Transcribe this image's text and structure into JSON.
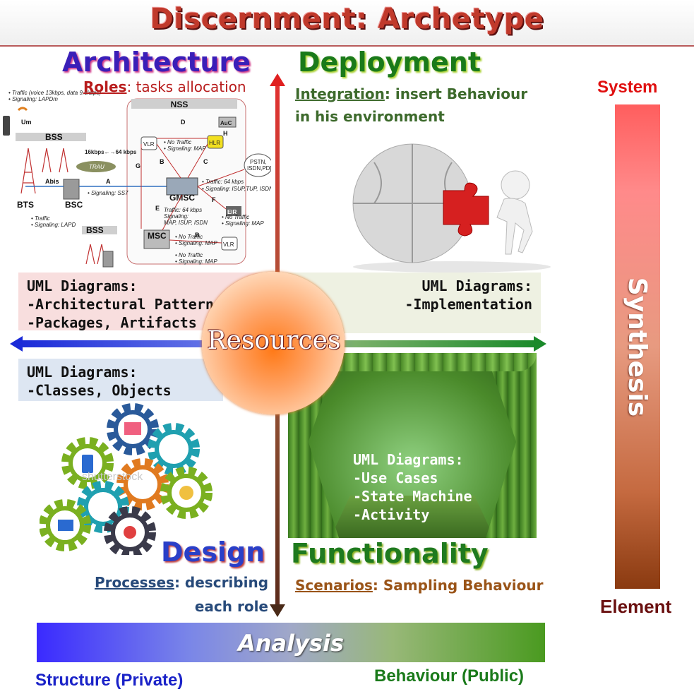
{
  "title": "Discernment: Archetype",
  "quadrants": {
    "architecture": {
      "title": "Architecture",
      "subtitle_key": "Roles",
      "subtitle_rest": ": tasks allocation",
      "uml_lines": [
        "UML Diagrams:",
        "-Architectural Patterns",
        "-Packages, Artifacts"
      ]
    },
    "deployment": {
      "title": "Deployment",
      "subtitle_key": "Integration",
      "subtitle_rest": ": insert Behaviour",
      "subtitle_line2": "in his environment",
      "uml_lines": [
        "UML Diagrams:",
        "-Implementation"
      ]
    },
    "design": {
      "title": "Design",
      "subtitle_key": "Processes",
      "subtitle_rest": ": describing",
      "subtitle_line2": "each role",
      "uml_lines": [
        "UML Diagrams:",
        "-Classes, Objects"
      ]
    },
    "functionality": {
      "title": "Functionality",
      "subtitle_key": "Scenarios",
      "subtitle_rest": ": Sampling Behaviour",
      "uml_lines": [
        "UML Diagrams:",
        "-Use Cases",
        "-State Machine",
        "-Activity"
      ]
    }
  },
  "center": {
    "label": "Resources"
  },
  "synthesis": {
    "label": "Synthesis",
    "top": "System",
    "bottom": "Element"
  },
  "analysis": {
    "label": "Analysis",
    "left": "Structure (Private)",
    "right": "Behaviour (Public)"
  },
  "gsm_diagram": {
    "labels": {
      "nss": "NSS",
      "bss": "BSS",
      "bss2": "BSS",
      "bts": "BTS",
      "bsc": "BSC",
      "abis": "Abis",
      "um": "Um",
      "gmsc": "GMSC",
      "msc": "MSC",
      "vlr": "VLR",
      "vlr2": "VLR",
      "hlr": "HLR",
      "auc": "AuC",
      "eir": "EIR",
      "trau": "TRAU",
      "pstn": "PSTN,",
      "isdn": "ISDN,PDN",
      "rate": "16kbps←→64 kbps",
      "a": "A",
      "b": "B",
      "b2": "B",
      "c": "C",
      "d": "D",
      "e": "E",
      "f": "F",
      "g": "G",
      "h": "H"
    },
    "notes": {
      "traffic_voice": "• Traffic (voice 13kbps, data 9.6kbps)",
      "sig_lapdm": "• Signaling: LAPDm",
      "sig_ss7": "• Signaling: SS7",
      "traffic_lapd": "• Traffic",
      "sig_lapd": "• Signaling: LAPD",
      "no_traffic_1": "• No Traffic",
      "sig_map_1": "• Signaling: MAP",
      "traffic_64": "• Traffic: 64 kbps",
      "sig_isup": "• Signaling: ISUP,TUP, ISDN",
      "traffic_64b": "Traffic: 64 kbps",
      "sig_map_isup": "Signaling:",
      "sig_map_isup2": "MAP, ISUP, ISDN",
      "no_traffic_2": "• No Traffic",
      "sig_map_2": "• Signaling: MAP",
      "no_traffic_3": "• No Traffic",
      "sig_map_3": "• Signaling: MAP",
      "no_traffic_4": "• No Traffic",
      "sig_map_4": "• Signaling: MAP"
    }
  },
  "watermark": "shutterstock",
  "colors": {
    "title": "#c0392b",
    "architecture": "#3a1fb8",
    "deployment": "#1a7a1a",
    "design": "#2a3fc8",
    "functionality": "#1f7a1f",
    "system": "#e01010",
    "element": "#6a1010"
  },
  "icons": [
    "puzzle-illustration",
    "gears-illustration",
    "stage-curtains-illustration",
    "gsm-network-diagram"
  ]
}
